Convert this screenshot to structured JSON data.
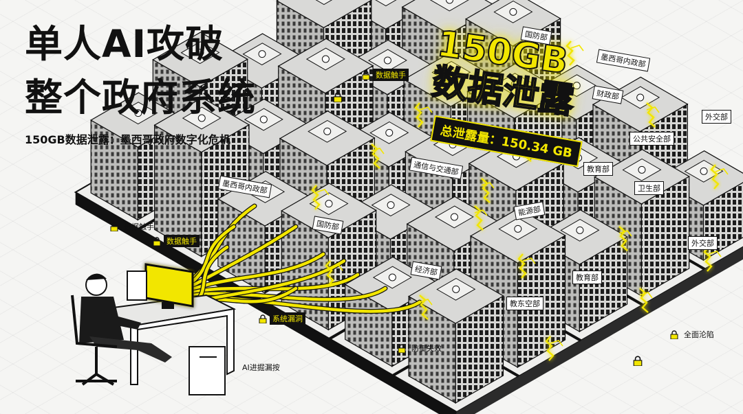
{
  "title": {
    "line1": "单人AI攻破",
    "line2": "整个政府系统",
    "subtitle": "150GB数据泄露：墨西哥政府数字化危机"
  },
  "headline_leak": {
    "line1": "150GB",
    "line2": "数据泄露",
    "total_label": "总泄露量：150.34 GB"
  },
  "building_labels": {
    "interior_left": "墨西哥内政部",
    "defense_center": "国防部",
    "telecom": "通信与交通部",
    "economy_center": "经济部",
    "energy": "能源部",
    "defense_top": "国防部",
    "interior_top": "墨西哥内政部",
    "finance": "财政部",
    "foreign_top": "外交部",
    "public_security": "公共安全部",
    "education": "教育部",
    "health": "卫生部",
    "foreign_right": "外交部",
    "education_bottom": "教育部",
    "education_front": "教东空部"
  },
  "tags": {
    "data_tentacle_1": "数据触手",
    "data_tentacle_2": "数据触手",
    "data_tentacle_top": "数据触手",
    "system_leak": "系统漏洞",
    "defense_failed": "防御失效",
    "total_fall": "全面沦陷",
    "ai_extract": "AI进掘漏按"
  },
  "colors": {
    "accent": "#f2e600",
    "ink": "#111111",
    "building_light": "#e6e6e4",
    "building_mid": "#bdbdbb",
    "building_dark": "#2a2a2a",
    "background": "#f5f5f3"
  },
  "icons": [
    "lock-icon",
    "crack-icon",
    "person-icon",
    "computer-icon",
    "cable-icon",
    "seal-icon"
  ]
}
